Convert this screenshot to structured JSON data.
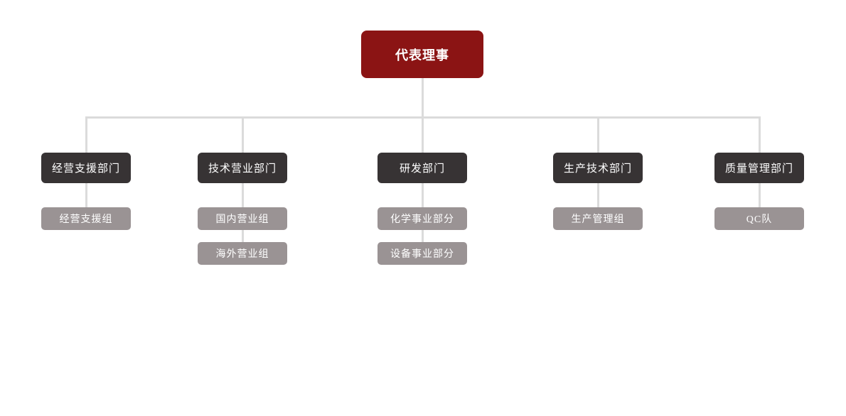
{
  "colors": {
    "canvas_bg": "#FFFFFF",
    "root_box": "#8B1414",
    "dept_box": "#373334",
    "team_box": "#9A9394",
    "connector": "#DBDBDB",
    "node_text": "#FFFFFF"
  },
  "org_chart": {
    "root": {
      "label": "代表理事"
    },
    "departments": [
      {
        "label": "经营支援部门",
        "teams": [
          "经营支援组"
        ]
      },
      {
        "label": "技术营业部门",
        "teams": [
          "国内营业组",
          "海外营业组"
        ]
      },
      {
        "label": "研发部门",
        "teams": [
          "化学事业部分",
          "设备事业部分"
        ]
      },
      {
        "label": "生产技术部门",
        "teams": [
          "生产管理组"
        ]
      },
      {
        "label": "质量管理部门",
        "teams": [
          "QC队"
        ]
      }
    ]
  }
}
